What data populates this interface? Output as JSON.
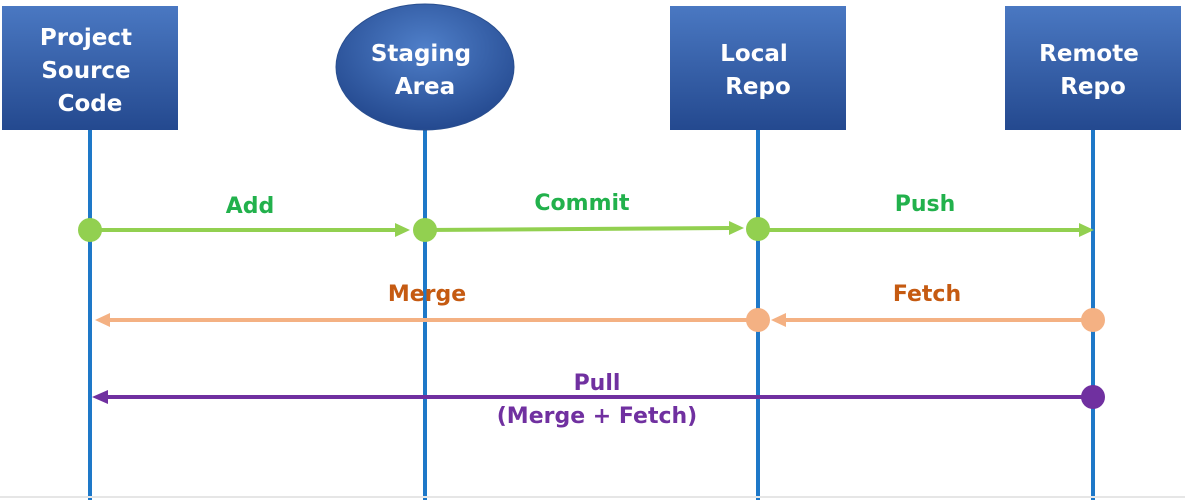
{
  "nodes": [
    {
      "id": "project",
      "shape": "rect",
      "lines": [
        "Project",
        "Source",
        "Code"
      ]
    },
    {
      "id": "staging",
      "shape": "ellipse",
      "lines": [
        "Staging",
        "Area"
      ]
    },
    {
      "id": "local",
      "shape": "rect",
      "lines": [
        "Local",
        "Repo"
      ]
    },
    {
      "id": "remote",
      "shape": "rect",
      "lines": [
        "Remote",
        "Repo"
      ]
    }
  ],
  "flows": {
    "add": "Add",
    "commit": "Commit",
    "push": "Push",
    "merge": "Merge",
    "fetch": "Fetch",
    "pull": "Pull",
    "pull_sub": "(Merge + Fetch)"
  },
  "colors": {
    "node_top": "#4a78c2",
    "node_bottom": "#24498f",
    "lifeline": "#1e78c8",
    "green_line": "#92d050",
    "green_text": "#22b14c",
    "orange_line": "#f4b183",
    "orange_text": "#c55a11",
    "purple_line": "#7030a0",
    "purple_text": "#7030a0"
  }
}
